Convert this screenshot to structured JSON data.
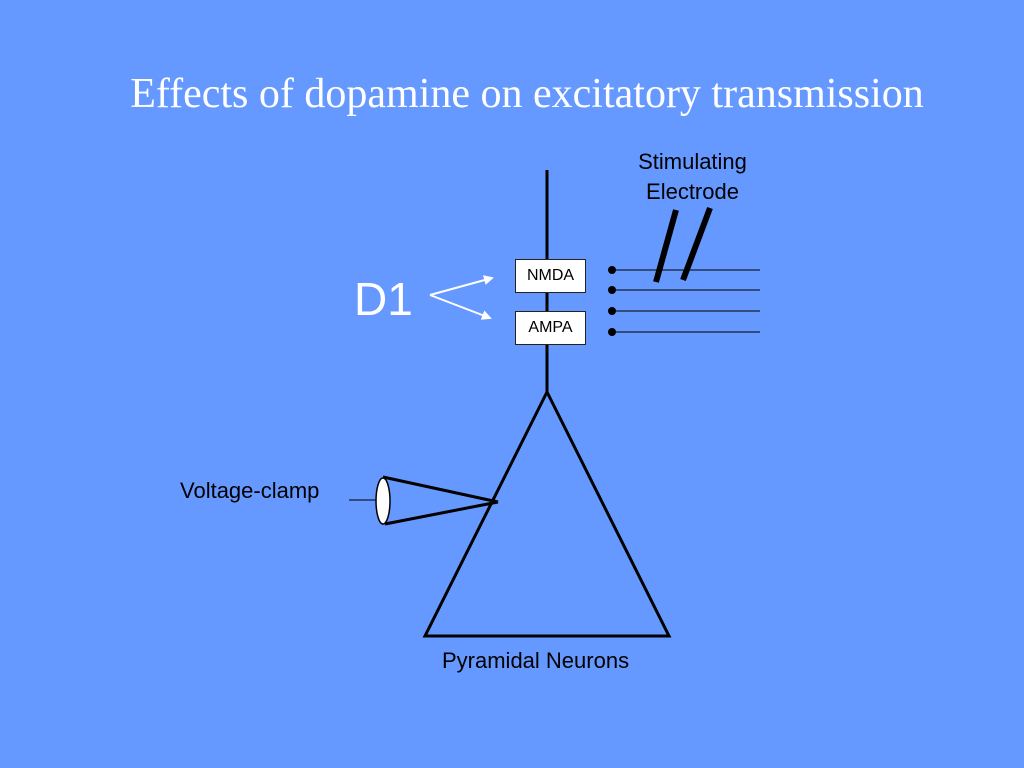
{
  "slide": {
    "title": "Effects of dopamine on excitatory transmission"
  },
  "diagram": {
    "stimulating_electrode_line1": "Stimulating",
    "stimulating_electrode_line2": "Electrode",
    "modulator_label": "D1",
    "receptors": [
      "NMDA",
      "AMPA"
    ],
    "recording_label": "Voltage-clamp",
    "cell_label": "Pyramidal Neurons"
  },
  "colors": {
    "background": "#6699ff",
    "title_text": "#ffffff",
    "d1_text": "#ffffff",
    "lines": "#000000"
  }
}
